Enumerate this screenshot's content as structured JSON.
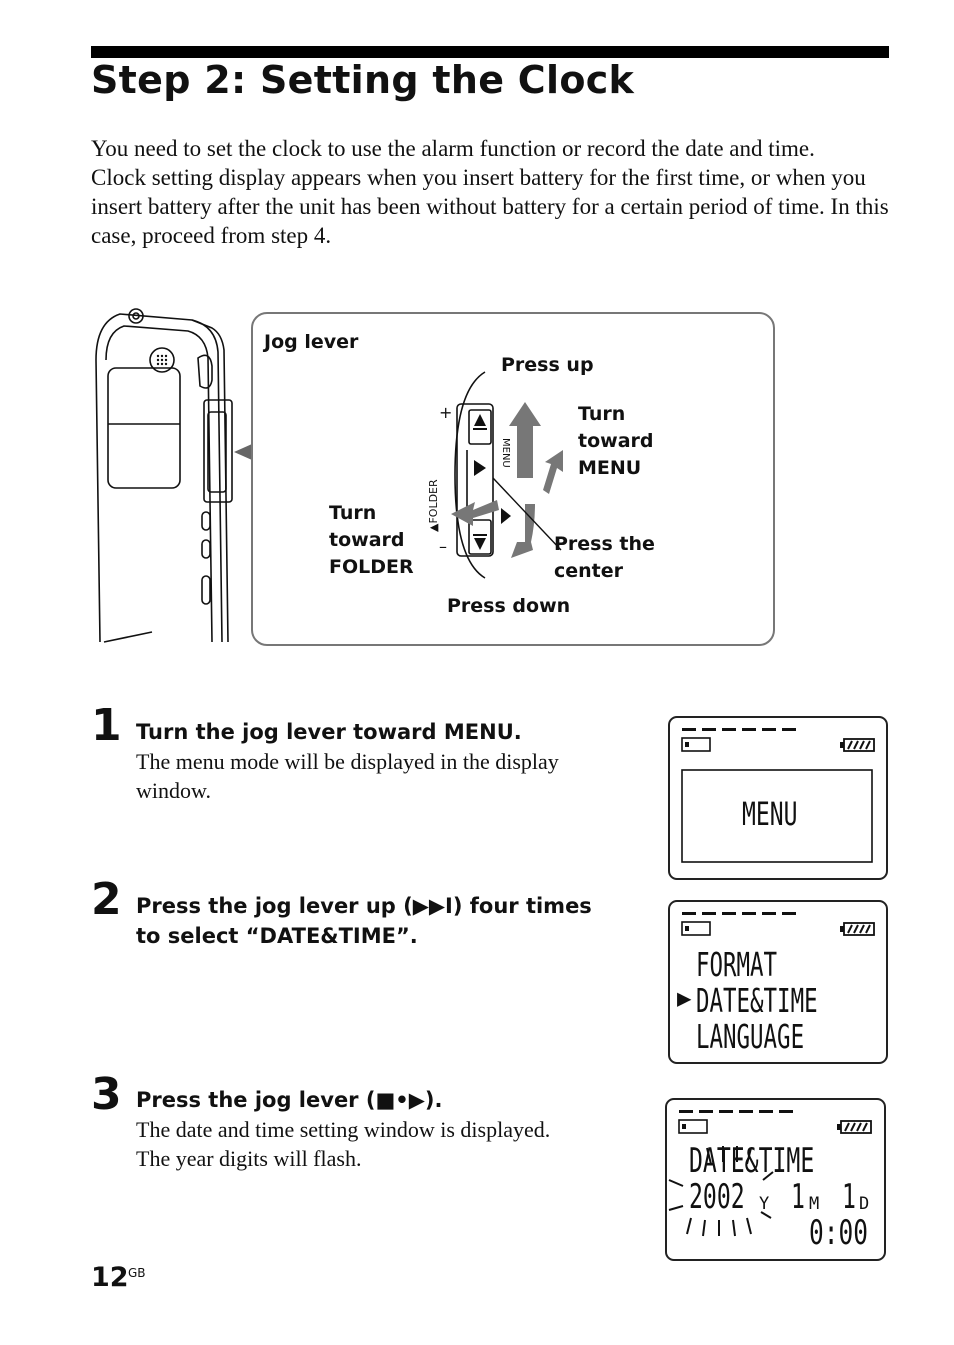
{
  "page": {
    "title": "Step 2:  Setting the Clock",
    "intro": [
      "You need to set the clock to use the alarm function or record the date and time.",
      "Clock setting display appears when you insert battery for the first time, or when you insert battery after the unit has been without battery for a certain period of time. In this case, proceed from step 4."
    ],
    "number": "12",
    "suffix": "GB"
  },
  "callout": {
    "jog_lever": "Jog lever",
    "press_up": "Press up",
    "turn_menu": [
      "Turn",
      "toward",
      "MENU"
    ],
    "turn_folder": [
      "Turn",
      "toward",
      "FOLDER"
    ],
    "press_center": [
      "Press the",
      "center"
    ],
    "press_down": "Press down",
    "plus": "+",
    "minus": "–",
    "folder_mark": "▲FOLDER",
    "menu_mark": "MENU"
  },
  "steps": [
    {
      "number": "1",
      "heading": "Turn the jog lever toward MENU.",
      "body": "The menu mode will be displayed in the display window."
    },
    {
      "number": "2",
      "heading": "Press the jog lever up (▶▶I) four times to select “DATE&TIME”."
    },
    {
      "number": "3",
      "heading": "Press the jog lever (■•▶).",
      "body": "The date and time setting window is displayed.  The year digits will flash."
    }
  ],
  "displays": {
    "lcd1": {
      "menu": "MENU"
    },
    "lcd2": {
      "line1": "FORMAT",
      "cursor": "▶",
      "line2": "DATE&TIME",
      "line3": "LANGUAGE"
    },
    "lcd3": {
      "line1": "DATE&TIME",
      "year": "2002",
      "year_unit": "Y",
      "month": "1",
      "month_unit": "M",
      "day": "1",
      "day_unit": "D",
      "time": "0:00"
    }
  }
}
